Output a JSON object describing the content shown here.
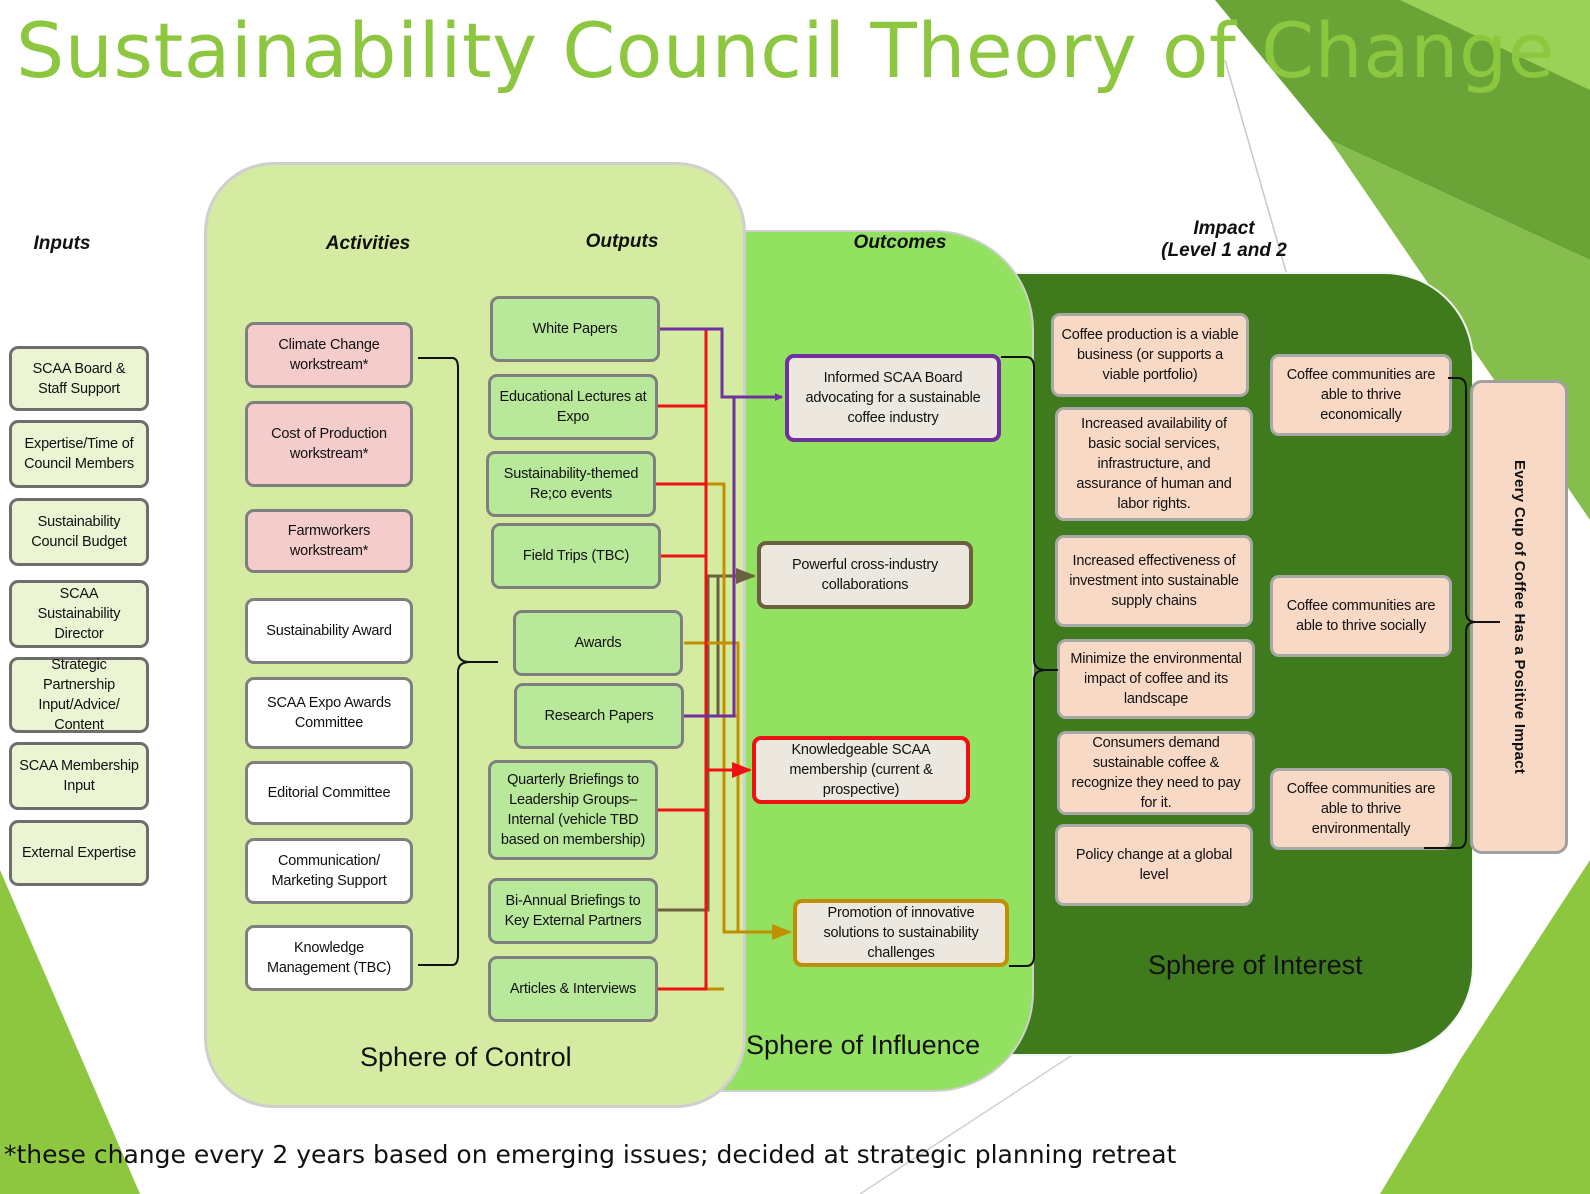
{
  "title": "Sustainability Council Theory of Change",
  "headers": {
    "inputs": "Inputs",
    "activities": "Activities",
    "outputs": "Outputs",
    "outcomes": "Outcomes",
    "impact_line1": "Impact",
    "impact_line2": "(Level 1 and 2"
  },
  "spheres": {
    "control": "Sphere of Control",
    "influence": "Sphere of Influence",
    "interest": "Sphere of Interest"
  },
  "inputs": [
    "SCAA Board & Staff Support",
    "Expertise/Time of Council Members",
    "Sustainability Council Budget",
    "SCAA Sustainability Director",
    "Strategic Partnership Input/Advice/ Content",
    "SCAA Membership Input",
    "External Expertise"
  ],
  "activities": [
    "Climate Change workstream*",
    "Cost of Production workstream*",
    "Farmworkers workstream*",
    "Sustainability Award",
    "SCAA Expo Awards Committee",
    "Editorial Committee",
    "Communication/ Marketing Support",
    "Knowledge Management (TBC)"
  ],
  "outputs": [
    "White Papers",
    "Educational Lectures at Expo",
    "Sustainability-themed Re;co events",
    "Field Trips (TBC)",
    "Awards",
    "Research Papers",
    "Quarterly Briefings to Leadership Groups– Internal (vehicle TBD based on membership)",
    "Bi-Annual Briefings to Key External Partners",
    "Articles & Interviews"
  ],
  "outcomes": [
    {
      "label": "Informed SCAA Board advocating for a sustainable coffee industry",
      "color": "#7030a0"
    },
    {
      "label": "Powerful cross-industry collaborations",
      "color": "#6b6140"
    },
    {
      "label": "Knowledgeable SCAA membership (current & prospective)",
      "color": "#ee1111"
    },
    {
      "label": "Promotion of innovative solutions to sustainability challenges",
      "color": "#c09000"
    }
  ],
  "impacts_level1": [
    "Coffee production is a viable business (or supports a viable portfolio)",
    "Increased availability of basic social services, infrastructure, and assurance of human and labor rights.",
    "Increased effectiveness of investment into sustainable supply chains",
    "Minimize the environmental impact of coffee and its landscape",
    "Consumers demand sustainable coffee & recognize they need to pay for it.",
    "Policy change at a global level"
  ],
  "impacts_level2": [
    "Coffee communities are able to thrive economically",
    "Coffee communities are able to thrive socially",
    "Coffee communities are able to thrive environmentally"
  ],
  "final_impact": "Every Cup of Coffee Has a Positive Impact",
  "footnote": "*these change every 2 years based on emerging issues; decided at strategic planning retreat",
  "colors": {
    "title": "#8dc63f",
    "control": "#d4eba1",
    "influence": "#92e160",
    "interest": "#3f7a1d",
    "arrow_red": "#ee1111",
    "arrow_purple": "#7030a0",
    "arrow_gold": "#c09000",
    "arrow_olive": "#6b6140"
  }
}
